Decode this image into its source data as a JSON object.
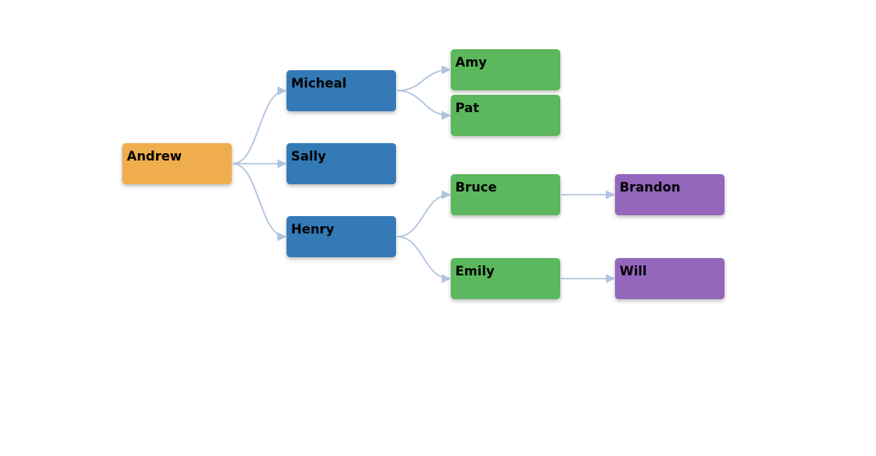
{
  "colors": {
    "level0": "#f0ad4e",
    "level1": "#337ab7",
    "level2": "#5cb85c",
    "level3": "#9467bd",
    "connector": "#b0c4de"
  },
  "nodes": [
    {
      "id": "andrew",
      "label": "Andrew",
      "level": 0
    },
    {
      "id": "micheal",
      "label": "Micheal",
      "level": 1
    },
    {
      "id": "sally",
      "label": "Sally",
      "level": 1
    },
    {
      "id": "henry",
      "label": "Henry",
      "level": 1
    },
    {
      "id": "amy",
      "label": "Amy",
      "level": 2
    },
    {
      "id": "pat",
      "label": "Pat",
      "level": 2
    },
    {
      "id": "bruce",
      "label": "Bruce",
      "level": 2
    },
    {
      "id": "emily",
      "label": "Emily",
      "level": 2
    },
    {
      "id": "brandon",
      "label": "Brandon",
      "level": 3
    },
    {
      "id": "will",
      "label": "Will",
      "level": 3
    }
  ],
  "edges": [
    {
      "from": "andrew",
      "to": "micheal"
    },
    {
      "from": "andrew",
      "to": "sally"
    },
    {
      "from": "andrew",
      "to": "henry"
    },
    {
      "from": "micheal",
      "to": "amy"
    },
    {
      "from": "micheal",
      "to": "pat"
    },
    {
      "from": "henry",
      "to": "bruce"
    },
    {
      "from": "henry",
      "to": "emily"
    },
    {
      "from": "bruce",
      "to": "brandon"
    },
    {
      "from": "emily",
      "to": "will"
    }
  ]
}
